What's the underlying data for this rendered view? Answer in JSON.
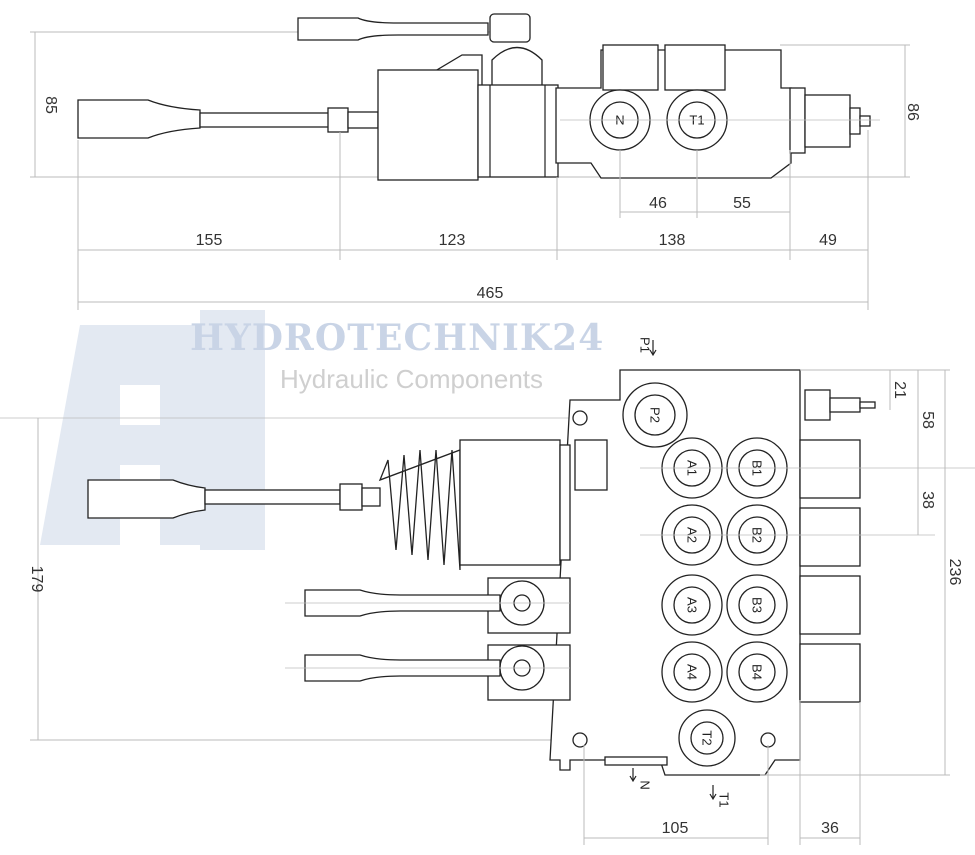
{
  "watermark": {
    "brand": "HYDROTECHNIK24",
    "tagline": "Hydraulic Components"
  },
  "top_view": {
    "ports": [
      "N",
      "T1"
    ],
    "dimensions": {
      "height_left": "85",
      "height_right": "86",
      "port_n_t1": "46",
      "port_t1_end": "55",
      "lever": "155",
      "boot": "123",
      "body": "138",
      "cap": "49",
      "total": "465"
    }
  },
  "front_view": {
    "ports": {
      "inlet": "P2",
      "outlet": "T2",
      "a": [
        "A1",
        "A2",
        "A3",
        "A4"
      ],
      "b": [
        "B1",
        "B2",
        "B3",
        "B4"
      ]
    },
    "flow_labels": {
      "p1": "P1",
      "n": "N",
      "t1": "T1"
    },
    "dimensions": {
      "lever_height": "179",
      "total_height": "236",
      "relief_offset": "21",
      "first_section": "58",
      "section_pitch": "38",
      "mount_width": "105",
      "cap_depth": "36"
    }
  }
}
